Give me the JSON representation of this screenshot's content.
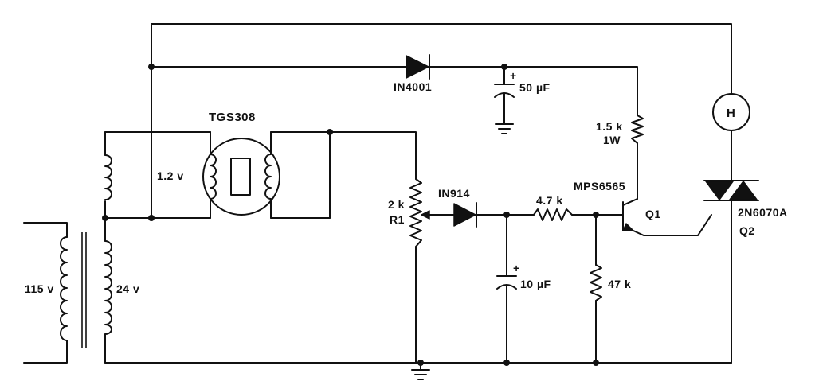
{
  "labels": {
    "diode_d1": "IN4001",
    "cap_c1": "50 µF",
    "cap_c1_plus": "+",
    "sensor": "TGS308",
    "sensor_heater_voltage": "1.2 v",
    "res_r2": "1.5 k",
    "res_r2_power": "1W",
    "heater": "H",
    "transistor": "MPS6565",
    "transistor_ref": "Q1",
    "pot_value": "2 k",
    "pot_ref": "R1",
    "diode_d2": "IN914",
    "res_r3": "4.7 k",
    "triac": "2N6070A",
    "triac_ref": "Q2",
    "primary_voltage": "115 v",
    "secondary_voltage": "24 v",
    "cap_c2": "10 µF",
    "cap_c2_plus": "+",
    "res_r4": "47 k"
  },
  "colors": {
    "ink": "#111111",
    "paper": "#ffffff"
  }
}
